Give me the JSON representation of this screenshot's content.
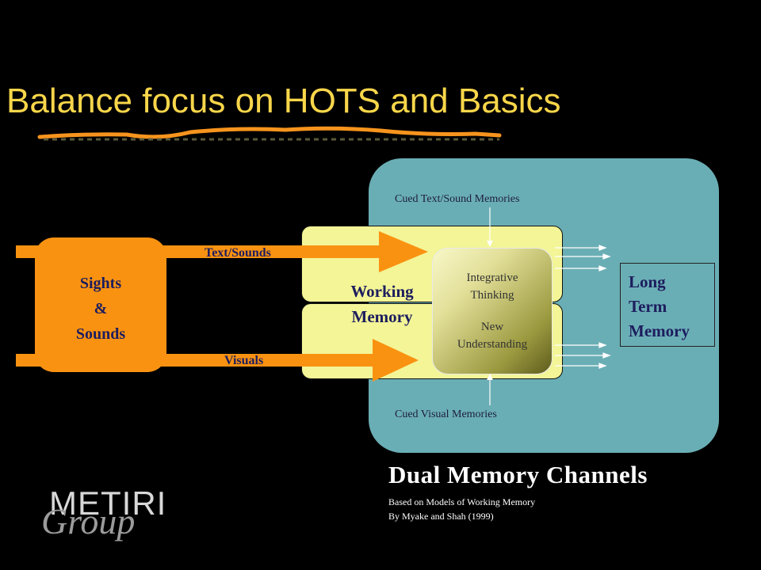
{
  "title": "Balance focus on HOTS and Basics",
  "diagram": {
    "sights_sounds": [
      "Sights",
      "&",
      "Sounds"
    ],
    "channel_text": "Text/Sounds",
    "channel_visuals": "Visuals",
    "working_memory": [
      "Working",
      "Memory"
    ],
    "integrative": [
      "Integrative",
      "Thinking",
      "New",
      "Understanding"
    ],
    "cued_text": "Cued Text/Sound Memories",
    "cued_visual": "Cued Visual Memories",
    "long_term": [
      "Long",
      "Term",
      "Memory"
    ]
  },
  "caption": {
    "title": "Dual Memory Channels",
    "line1": "Based on Models of Working Memory",
    "line2": "By Myake and Shah (1999)"
  },
  "logo": {
    "main": "METIRI",
    "script": "Group"
  },
  "colors": {
    "title": "#f9d64a",
    "panel": "#6aaeb5",
    "working_memory": "#f3f597",
    "orange": "#fa9211"
  }
}
